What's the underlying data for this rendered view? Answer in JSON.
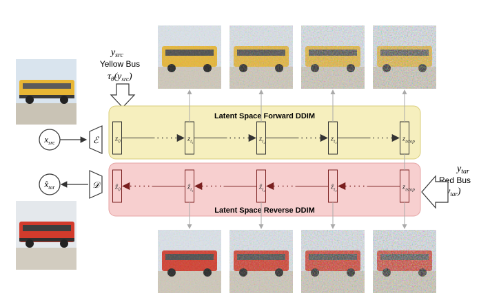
{
  "source": {
    "label_main": "y",
    "label_sub": "src",
    "prompt": "Yellow Bus",
    "encoder_tau": "τ",
    "encoder_theta": "θ̂",
    "encoder_arg": "(y",
    "encoder_arg_sub": "src",
    "encoder_arg_close": ")",
    "input_node_main": "x",
    "input_node_sub": "src",
    "encoder_symbol": "ℰ",
    "bus_color": "#E8B634"
  },
  "target": {
    "label_main": "y",
    "label_sub": "tar",
    "prompt": "Red Bus",
    "encoder_tau": "τ",
    "encoder_theta": "θ̂",
    "encoder_arg": "(y",
    "encoder_arg_sub": "tar",
    "encoder_arg_close": ")",
    "output_node_main": "x̂",
    "output_node_sub": "tar",
    "decoder_symbol": "𝒟",
    "bus_color": "#D23B2C"
  },
  "forward": {
    "title": "Latent Space Forward DDIM",
    "band_color": "#F6EFBE",
    "latents": [
      {
        "main": "z",
        "sub": "0"
      },
      {
        "main": "z",
        "sub": "t₁"
      },
      {
        "main": "z",
        "sub": "t₂"
      },
      {
        "main": "z",
        "sub": "t₃"
      },
      {
        "main": "z",
        "sub": "t_stop"
      }
    ]
  },
  "reverse": {
    "title": "Latent Space Reverse DDIM",
    "band_color": "#F7CFCF",
    "latents": [
      {
        "main": "ẑ",
        "sub": "0"
      },
      {
        "main": "ẑ",
        "sub": "t₁"
      },
      {
        "main": "ẑ",
        "sub": "t₂"
      },
      {
        "main": "ẑ",
        "sub": "t₃"
      },
      {
        "main": "z",
        "sub": "t_stop"
      }
    ]
  },
  "colors": {
    "arrow_forward": "#333333",
    "arrow_reverse": "#7A1F1F",
    "connector": "#AAAAAA"
  }
}
